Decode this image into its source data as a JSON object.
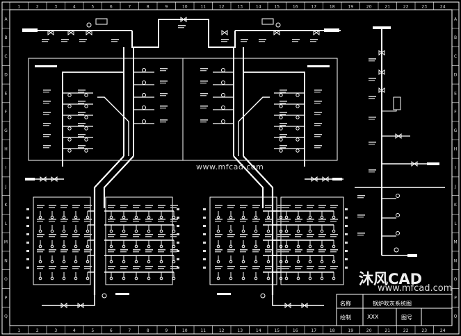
{
  "title_block": {
    "name_label": "名称",
    "drawing_title": "锅炉吹灰系统图",
    "drafter_label": "绘制",
    "drafter_value": "XXX",
    "drawing_no_label": "图号"
  },
  "watermarks": {
    "center_url": "www.mfcad.com",
    "brand_text": "沐风CAD",
    "brand_url": "www.mfcad.com"
  },
  "border": {
    "columns": [
      "1",
      "2",
      "3",
      "4",
      "5",
      "6",
      "7",
      "8",
      "9",
      "10",
      "11",
      "12",
      "13",
      "14",
      "15",
      "16",
      "17",
      "18",
      "19",
      "20",
      "21",
      "22",
      "23",
      "24"
    ],
    "rows": [
      "A",
      "B",
      "C",
      "D",
      "E",
      "F",
      "G",
      "H",
      "I",
      "J",
      "K",
      "L",
      "M",
      "N",
      "O",
      "P",
      "Q"
    ]
  },
  "colors": {
    "background": "#000000",
    "lines": "#ffffff",
    "grid": "#cfcfcf"
  }
}
